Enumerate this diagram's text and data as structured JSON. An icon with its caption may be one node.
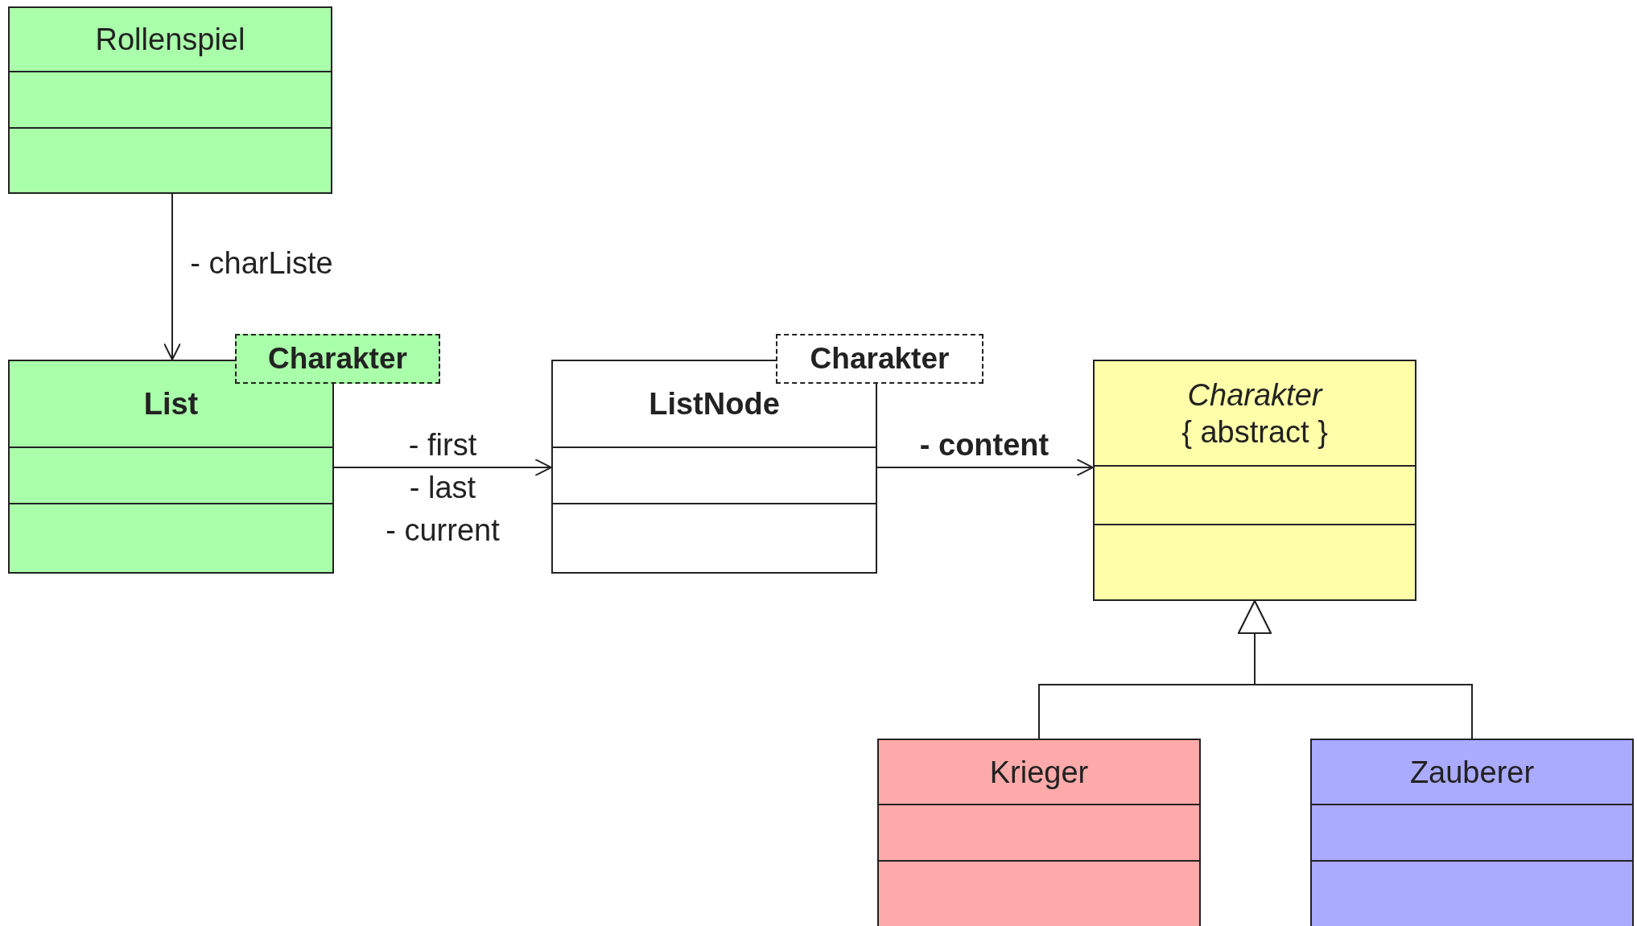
{
  "diagram": {
    "nodes": [
      {
        "text": [
          "Rollenspiel"
        ]
      },
      {
        "text": [
          "List"
        ]
      },
      {
        "text": [
          "Charakter"
        ]
      },
      {
        "text": [
          "ListNode"
        ]
      },
      {
        "text": [
          "Charakter"
        ]
      },
      {
        "text": [
          "Charakter",
          "{ abstract }"
        ]
      },
      {
        "text": [
          "Krieger"
        ]
      },
      {
        "text": [
          "Zauberer"
        ]
      }
    ],
    "edges": [
      {
        "from": 0,
        "to": 1,
        "arrow": "to",
        "label": "- charListe"
      },
      {
        "from": 1,
        "to": 3,
        "arrow": "to",
        "label": "- first"
      },
      {
        "from": 3,
        "to": 5,
        "arrow": "to",
        "label": "- content"
      },
      {
        "from": 6,
        "to": 5,
        "arrow": "to"
      },
      {
        "from": 7,
        "to": 5,
        "arrow": "to"
      }
    ],
    "labels": [
      "- last",
      "- current"
    ]
  }
}
